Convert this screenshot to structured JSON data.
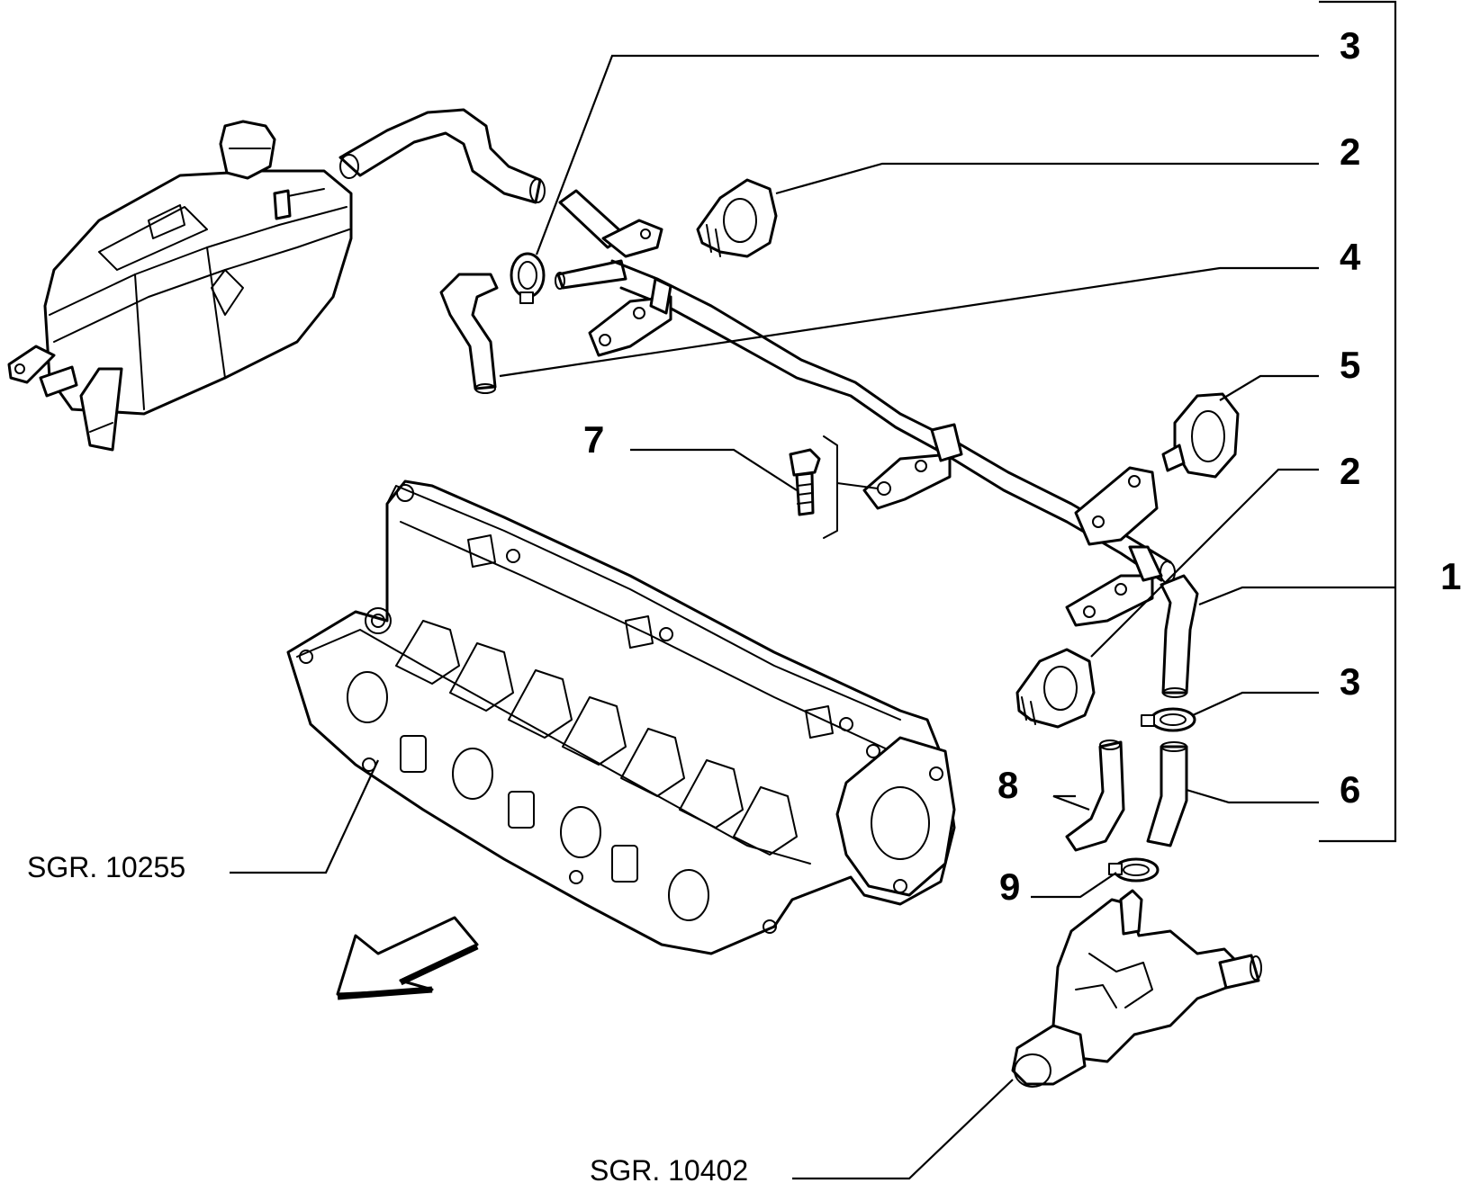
{
  "callouts": {
    "c1": "1",
    "c2_top": "2",
    "c2_mid": "2",
    "c3_top": "3",
    "c3_mid": "3",
    "c4": "4",
    "c5": "5",
    "c6": "6",
    "c7": "7",
    "c8": "8",
    "c9": "9"
  },
  "references": {
    "manifold": "SGR. 10255",
    "thermostat": "SGR. 10402"
  }
}
